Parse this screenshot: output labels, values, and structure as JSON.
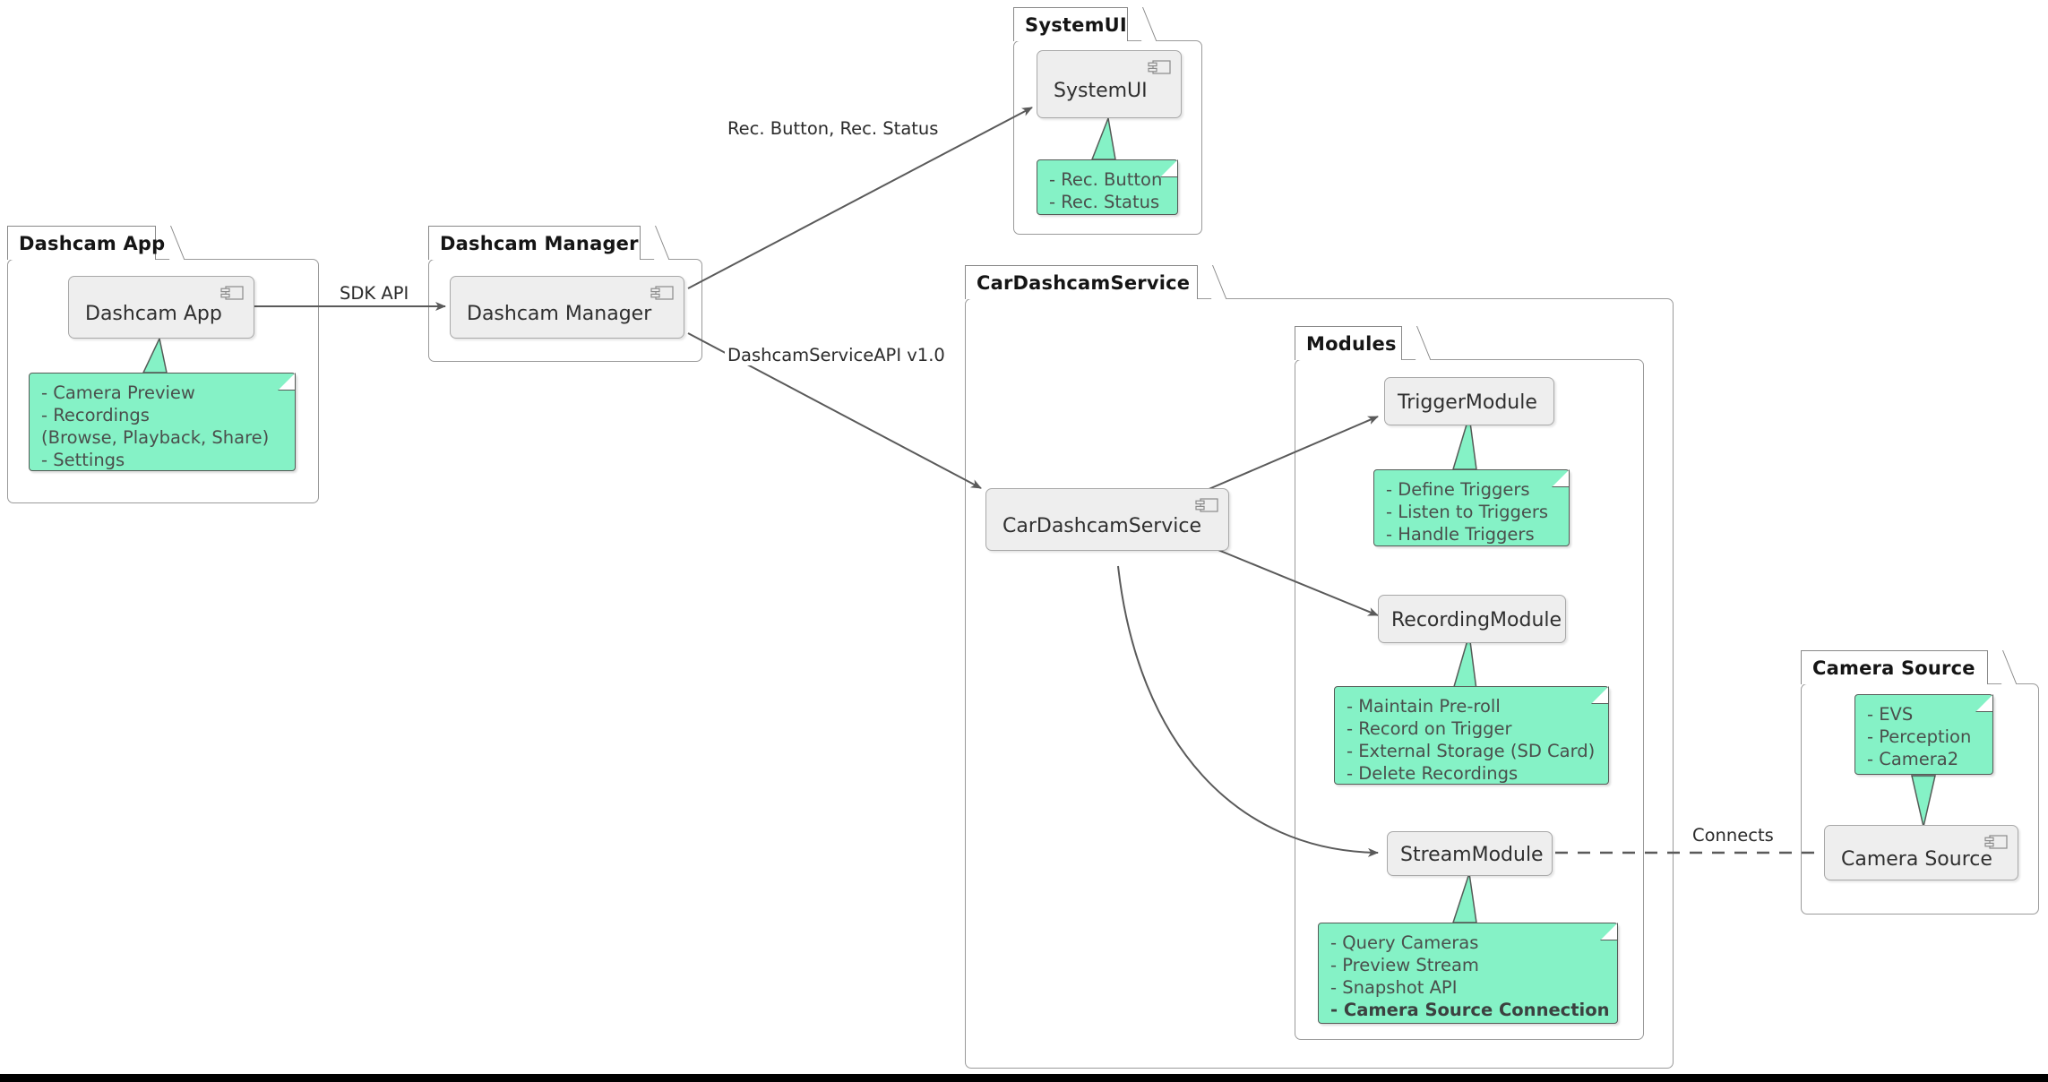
{
  "diagram": {
    "title": "Dashcam Architecture Component Diagram",
    "colors": {
      "note_fill": "#85F2C6",
      "note_border": "#555b57",
      "component_fill": "#EEEEEE",
      "component_border": "#A8A8A8",
      "package_border": "#9a9a9a",
      "text": "#2f2f2f",
      "note_text": "#4a4f4c"
    }
  },
  "packages": {
    "dashcam_app": {
      "title": "Dashcam App"
    },
    "dashcam_manager": {
      "title": "Dashcam Manager"
    },
    "system_ui": {
      "title": "SystemUI"
    },
    "car_dashcam_service": {
      "title": "CarDashcamService"
    },
    "modules": {
      "title": "Modules"
    },
    "camera_source": {
      "title": "Camera Source"
    }
  },
  "components": {
    "dashcam_app": {
      "label": "Dashcam App",
      "icon": "uml-component-icon"
    },
    "dashcam_manager": {
      "label": "Dashcam Manager",
      "icon": "uml-component-icon"
    },
    "system_ui": {
      "label": "SystemUI",
      "icon": "uml-component-icon"
    },
    "car_dashcam_service": {
      "label": "CarDashcamService",
      "icon": "uml-component-icon"
    },
    "trigger_module": {
      "label": "TriggerModule",
      "icon": "none"
    },
    "recording_module": {
      "label": "RecordingModule",
      "icon": "none"
    },
    "stream_module": {
      "label": "StreamModule",
      "icon": "none"
    },
    "camera_source": {
      "label": "Camera Source",
      "icon": "uml-component-icon"
    }
  },
  "notes": {
    "dashcam_app": {
      "lines": [
        {
          "text": "- Camera Preview",
          "bold": false
        },
        {
          "text": "- Recordings",
          "bold": false
        },
        {
          "text": "  (Browse, Playback, Share)",
          "bold": false
        },
        {
          "text": "- Settings",
          "bold": false
        }
      ]
    },
    "system_ui": {
      "lines": [
        {
          "text": "- Rec. Button",
          "bold": false
        },
        {
          "text": "- Rec. Status",
          "bold": false
        }
      ]
    },
    "trigger_module": {
      "lines": [
        {
          "text": "- Define Triggers",
          "bold": false
        },
        {
          "text": "- Listen to Triggers",
          "bold": false
        },
        {
          "text": "- Handle Triggers",
          "bold": false
        }
      ]
    },
    "recording_module": {
      "lines": [
        {
          "text": "- Maintain Pre-roll",
          "bold": false
        },
        {
          "text": "- Record on Trigger",
          "bold": false
        },
        {
          "text": "- External Storage (SD Card)",
          "bold": false
        },
        {
          "text": "- Delete Recordings",
          "bold": false
        }
      ]
    },
    "stream_module": {
      "lines": [
        {
          "text": "- Query Cameras",
          "bold": false
        },
        {
          "text": "- Preview Stream",
          "bold": false
        },
        {
          "text": "- Snapshot API",
          "bold": false
        },
        {
          "text": "- Camera Source Connection",
          "bold": true
        }
      ]
    },
    "camera_source": {
      "lines": [
        {
          "text": "- EVS",
          "bold": false
        },
        {
          "text": "- Perception",
          "bold": false
        },
        {
          "text": "- Camera2",
          "bold": false
        }
      ]
    }
  },
  "edges": {
    "sdk_api": {
      "label": "SDK API",
      "from": "Dashcam App",
      "to": "Dashcam Manager",
      "style": "solid-arrow"
    },
    "rec_button_status": {
      "label": "Rec. Button, Rec. Status",
      "from": "Dashcam Manager",
      "to": "SystemUI",
      "style": "solid-arrow"
    },
    "dashcam_service_api": {
      "label": "DashcamServiceAPI v1.0",
      "from": "Dashcam Manager",
      "to": "CarDashcamService",
      "style": "solid-arrow"
    },
    "to_trigger": {
      "label": "",
      "from": "CarDashcamService",
      "to": "TriggerModule",
      "style": "solid-arrow"
    },
    "to_recording": {
      "label": "",
      "from": "CarDashcamService",
      "to": "RecordingModule",
      "style": "solid-arrow"
    },
    "to_stream": {
      "label": "",
      "from": "CarDashcamService",
      "to": "StreamModule",
      "style": "solid-arrow-curved"
    },
    "connects": {
      "label": "Connects",
      "from": "StreamModule",
      "to": "Camera Source",
      "style": "dashed"
    }
  }
}
